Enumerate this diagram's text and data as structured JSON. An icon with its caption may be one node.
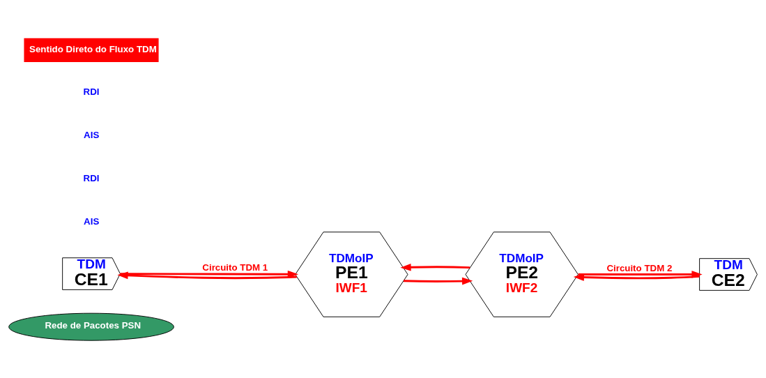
{
  "diagram": {
    "nodes": [
      {
        "text": [
          "Rede de Pacotes PSN"
        ]
      },
      {
        "text": [
          "TDM",
          "CE1"
        ]
      },
      {
        "text": [
          "TDMoIP",
          "PE1",
          "IWF1"
        ]
      },
      {
        "text": [
          "TDMoIP",
          "PE2",
          "IWF2"
        ]
      },
      {
        "text": [
          "TDM",
          "CE2"
        ]
      }
    ],
    "edges": [
      {
        "from": 1,
        "to": 2,
        "arrow": "to",
        "label": "Circuito TDM 1"
      },
      {
        "from": 2,
        "to": 1,
        "arrow": "to"
      },
      {
        "from": 2,
        "to": 3,
        "arrow": "to"
      },
      {
        "from": 3,
        "to": 2,
        "arrow": "to"
      },
      {
        "from": 3,
        "to": 4,
        "arrow": "to",
        "label": "Circuito TDM 2"
      },
      {
        "from": 4,
        "to": 3,
        "arrow": "to"
      }
    ],
    "labels": [
      "AIS",
      "RDI",
      "AIS",
      "RDI",
      "Sentido Direto do Fluxo TDM"
    ]
  }
}
